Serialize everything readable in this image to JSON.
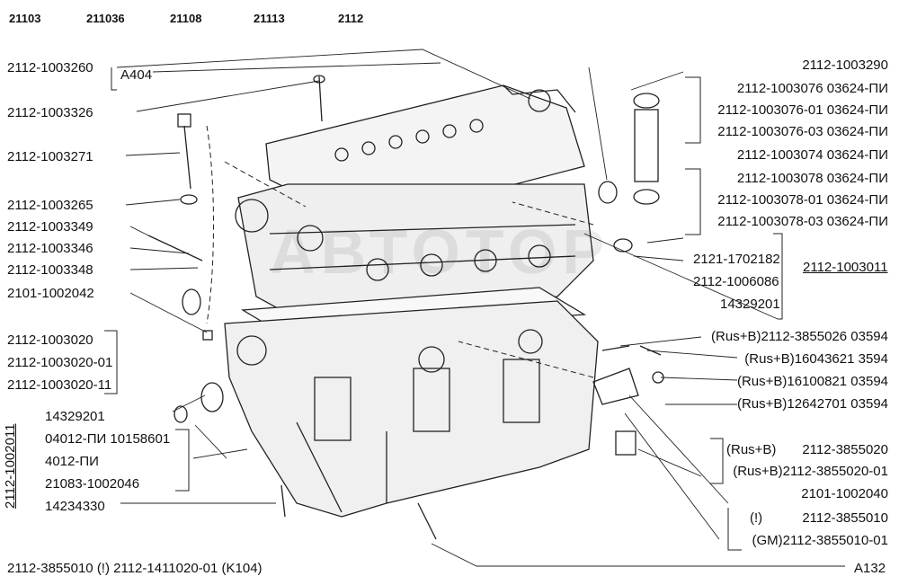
{
  "models": [
    "21103",
    "211036",
    "21108",
    "21113",
    "2112"
  ],
  "watermark": "АВТОТОР",
  "left_labels": [
    "2112-1003260",
    "A404",
    "2112-1003326",
    "2112-1003271",
    "2112-1003265",
    "2112-1003349",
    "2112-1003346",
    "2112-1003348",
    "2101-1002042"
  ],
  "left_group_1003020": [
    "2112-1003020",
    "2112-1003020-01",
    "2112-1003020-11"
  ],
  "left_group_gasket": [
    "14329201",
    "04012-ПИ 10158601",
    "4012-ПИ",
    "21083-1002046",
    "14234330"
  ],
  "vertical_label": "2112-1002011",
  "bottom_left": "2112-3855010 (!) 2112-1411020-01 (K104)",
  "right_top": "2112-1003290",
  "right_group_1003076": [
    "2112-1003076 03624-ПИ",
    "2112-1003076-01 03624-ПИ",
    "2112-1003076-03 03624-ПИ"
  ],
  "right_single_1003074": "2112-1003074 03624-ПИ",
  "right_group_1003078": [
    "2112-1003078 03624-ПИ",
    "2112-1003078-01 03624-ПИ",
    "2112-1003078-03 03624-ПИ"
  ],
  "right_head_parts": [
    "2121-1702182",
    "2112-1006086",
    "14329201"
  ],
  "right_head_assembly": "2112-1003011",
  "right_sensor_parts": [
    "(Rus+B)2112-3855026 03594",
    "(Rus+B)16043621 3594",
    "(Rus+B)16100821 03594",
    "(Rus+B)12642701 03594"
  ],
  "right_knock_group": {
    "prefix": "(Rus+B)",
    "line1": "2112-3855020",
    "line2": "(Rus+B)2112-3855020-01"
  },
  "right_sleeve": "2101-1002040",
  "right_sensor_group": {
    "line1_prefix": "(!)",
    "line1": "2112-3855010",
    "line2": "(GM)2112-3855010-01"
  },
  "bottom_right": "A132"
}
